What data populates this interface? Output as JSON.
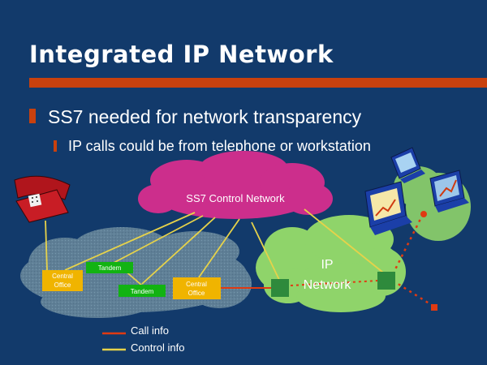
{
  "title": "Integrated IP Network",
  "bullets": {
    "main": "SS7 needed for network transparency",
    "sub": "IP calls could be from telephone or workstation"
  },
  "nodes": {
    "ss7": "SS7 Control Network",
    "ip_line1": "IP",
    "ip_line2": "Network",
    "co_left_line1": "Central",
    "co_left_line2": "Office",
    "tandem_top": "Tandem",
    "tandem_bottom": "Tandem",
    "co_right_line1": "Central",
    "co_right_line2": "Office"
  },
  "legend": {
    "call": "Call info",
    "control": "Control info"
  },
  "colors": {
    "background": "#123a6b",
    "accent_bar": "#c8410e",
    "ss7_cloud": "#cc2e8c",
    "ip_cloud": "#8fd46a",
    "pstn_cloud": "#5f7f96",
    "central_office": "#f0b400",
    "tandem": "#12b312",
    "router": "#2e8a3c",
    "call_line": "#e03a12",
    "control_line": "#e6d24a"
  },
  "icons": [
    "telephone-icon",
    "workstation-icon",
    "router-icon"
  ]
}
